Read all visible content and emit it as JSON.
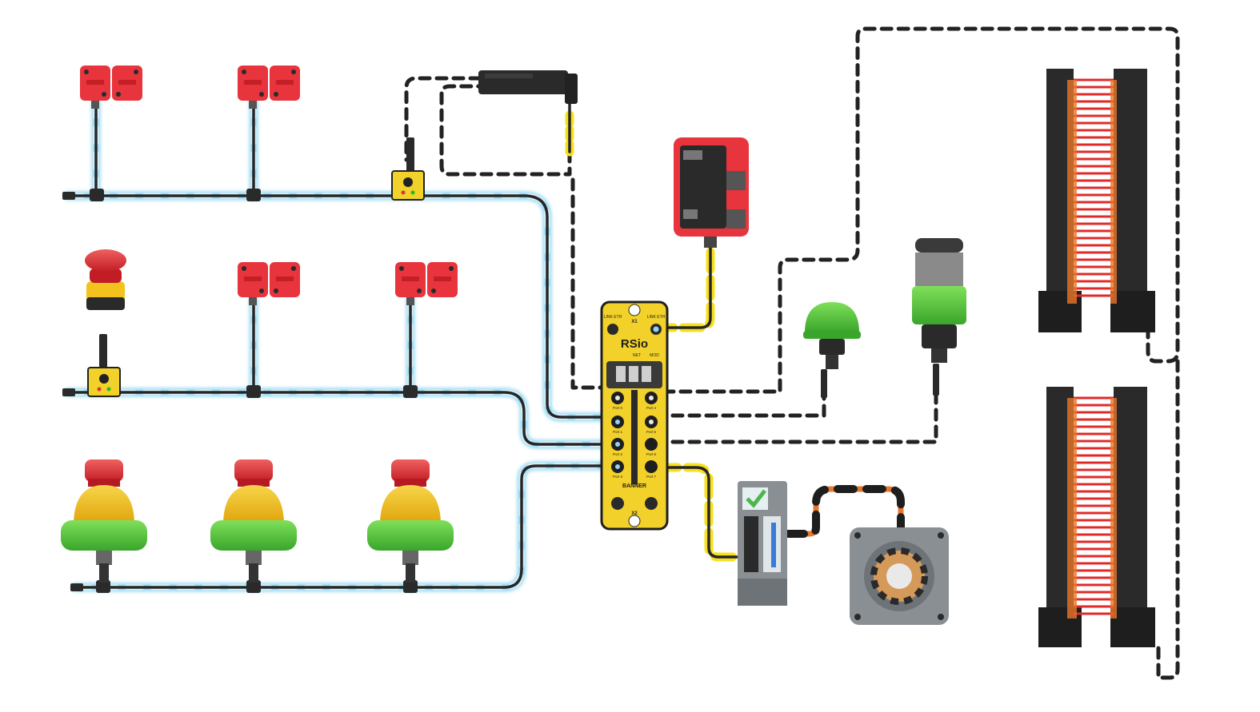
{
  "hub": {
    "logo": "RSio",
    "brand": "BANNER",
    "top_left_label": "LINK ETH",
    "top_right_label": "LINK ETH",
    "status_labels": [
      "NET",
      "MOD"
    ],
    "top_port_number": "X1",
    "bottom_port_number": "X2",
    "port_labels_left": [
      "Port 0",
      "Port 1",
      "Port 2",
      "Port 3"
    ],
    "port_labels_right": [
      "Port 4",
      "Port 5",
      "Port 6",
      "Port 7"
    ]
  },
  "colors": {
    "safety_red": "#e8343c",
    "hub_yellow": "#f2d12a",
    "drive_gray": "#8a8f93",
    "cable_black": "#262626",
    "cable_blue_glow": "#8fd6f2",
    "cable_yellow_glow": "#f7e01c",
    "cable_orange": "#e8762b",
    "ethernet_dash": "#222222",
    "button_green": "#4fc43a",
    "estop_yellow": "#f3c21c"
  },
  "icons": [
    "safety-switch-icon",
    "estop-button-icon",
    "safety-hub-icon",
    "rsio-module-icon",
    "light-curtain-icon",
    "stack-light-icon",
    "touch-button-icon",
    "motor-drive-icon",
    "servo-motor-icon",
    "safety-controller-icon",
    "cable-connector-icon"
  ]
}
